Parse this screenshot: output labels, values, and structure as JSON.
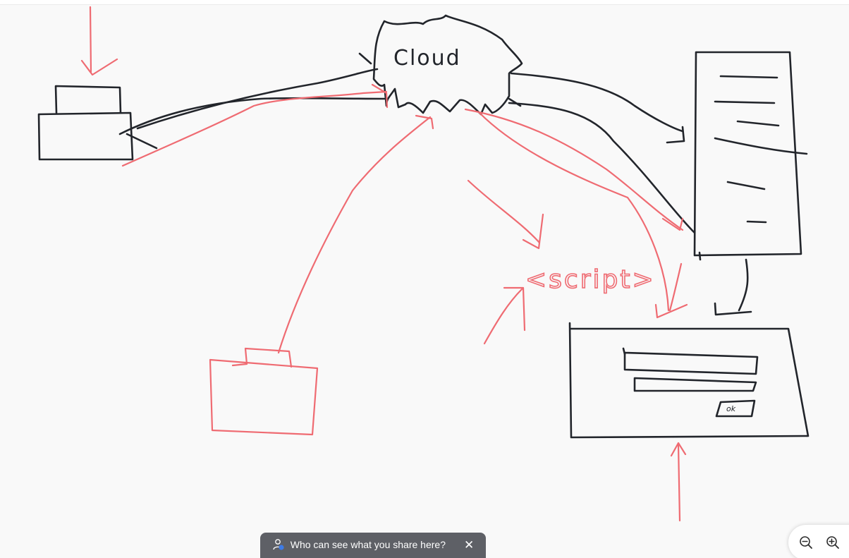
{
  "canvas": {
    "cloud_label": "Cloud",
    "script_label": "<script>",
    "ok_button_label": "ok"
  },
  "share_banner": {
    "text": "Who can see what you share here?",
    "icon": "person-icon",
    "close_icon": "close-icon"
  },
  "zoom": {
    "zoom_out_icon": "zoom-out-icon",
    "zoom_in_icon": "zoom-in-icon"
  },
  "colors": {
    "background": "#f9f9f9",
    "ink_black": "#22252b",
    "ink_red": "#ef6b72",
    "banner": "#5e6066"
  }
}
